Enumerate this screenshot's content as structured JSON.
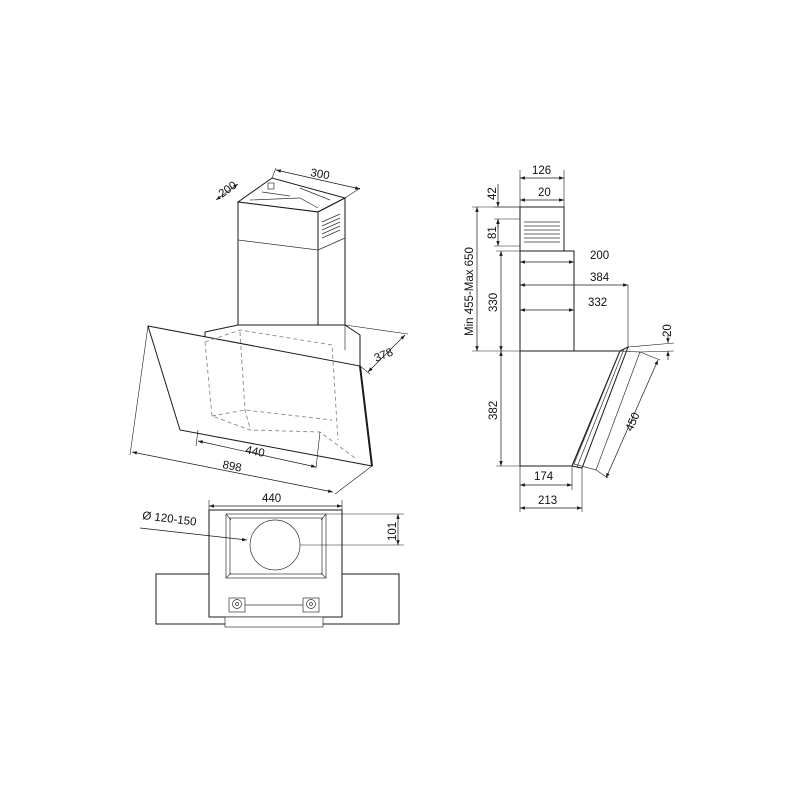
{
  "diagram": {
    "labels": {
      "chimney_depth": "200",
      "chimney_width": "300",
      "canopy_depth": "378",
      "inner_width": "440",
      "overall_width": "898",
      "bottom_inner_width": "440",
      "duct_diameter": "Ø 120-150",
      "duct_offset": "101",
      "top_width": "126",
      "top_inner": "20",
      "top_height": "42",
      "vent_height": "81",
      "height_range": "Min 455-Max 650",
      "chimney_height": "330",
      "side_depth_200": "200",
      "side_depth_384": "384",
      "side_depth_332": "332",
      "glass_offset": "20",
      "body_height": "382",
      "glass_length": "450",
      "base_depth_174": "174",
      "base_depth_213": "213"
    }
  }
}
